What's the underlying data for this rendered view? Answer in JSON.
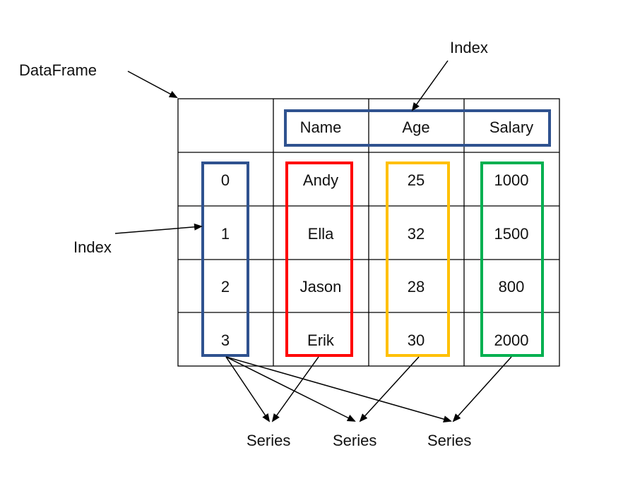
{
  "labels": {
    "dataframe": "DataFrame",
    "index_top": "Index",
    "index_left": "Index",
    "series": [
      "Series",
      "Series",
      "Series"
    ]
  },
  "table": {
    "columns": [
      "Name",
      "Age",
      "Salary"
    ],
    "index": [
      "0",
      "1",
      "2",
      "3"
    ],
    "rows": [
      [
        "Andy",
        "25",
        "1000"
      ],
      [
        "Ella",
        "32",
        "1500"
      ],
      [
        "Jason",
        "28",
        "800"
      ],
      [
        "Erik",
        "30",
        "2000"
      ]
    ]
  },
  "colors": {
    "index_box": "#2f528f",
    "name_box": "#ff0000",
    "age_box": "#ffc000",
    "salary_box": "#00b050",
    "header_box": "#2f528f",
    "grid": "#000000"
  }
}
